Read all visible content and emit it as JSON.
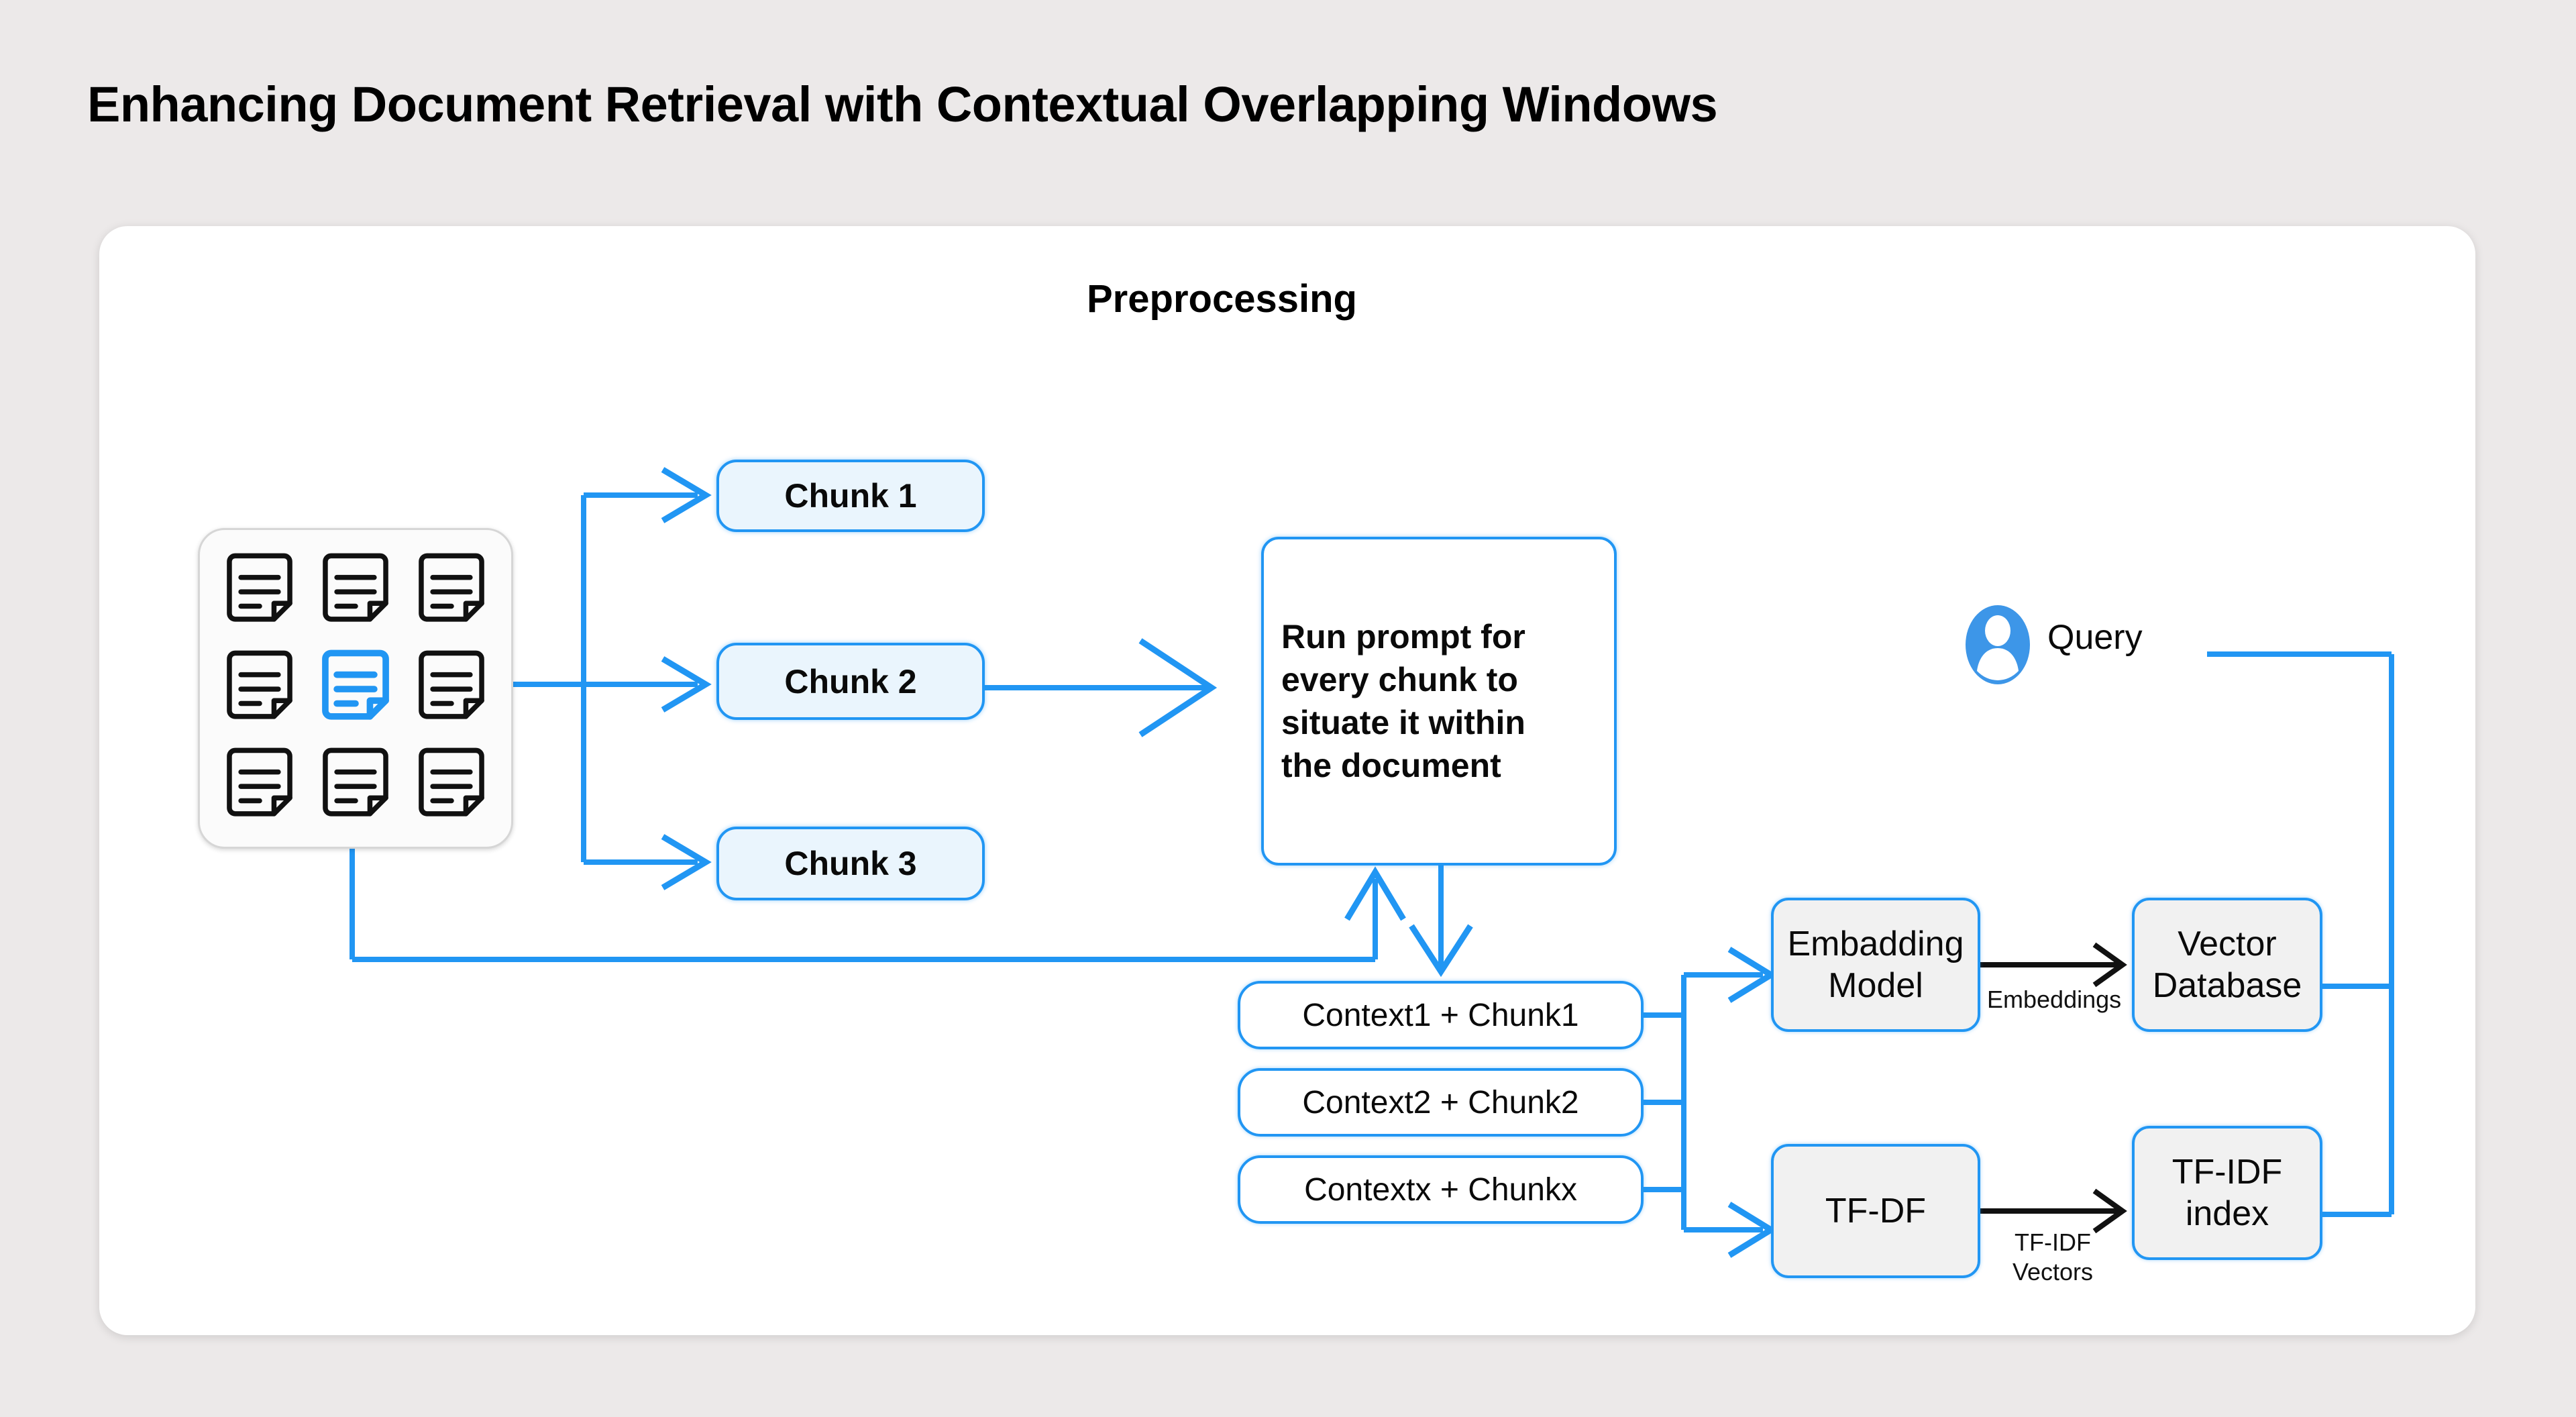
{
  "page": {
    "title": "Enhancing Document Retrieval with Contextual Overlapping Windows",
    "background_color": "#ece9e9",
    "card_color": "#ffffff"
  },
  "diagram": {
    "type": "flowchart",
    "section_heading": "Preprocessing",
    "accent_color": "#2196f3",
    "source": {
      "name": "document-grid",
      "icon": "documents-grid-icon",
      "rows": 3,
      "columns": 3,
      "total_documents": 9,
      "highlighted_document_index": 4,
      "highlight_color": "#2196f3"
    },
    "chunks": [
      {
        "label": "Chunk 1"
      },
      {
        "label": "Chunk 2"
      },
      {
        "label": "Chunk 3"
      }
    ],
    "prompt_box": {
      "label": "Run prompt for every chunk to situate it within the document",
      "lines": [
        "Run prompt for",
        "every chunk to",
        "situate it within",
        "the document"
      ]
    },
    "contexts": [
      {
        "label": "Context1 + Chunk1"
      },
      {
        "label": "Context2 + Chunk2"
      },
      {
        "label": "Contextx + Chunkx"
      }
    ],
    "stores": [
      {
        "label": "Embadding Model",
        "lines": [
          "Embadding",
          "Model"
        ]
      },
      {
        "label": "Vector Database",
        "lines": [
          "Vector",
          "Database"
        ]
      },
      {
        "label": "TF-DF",
        "lines": [
          "TF-DF"
        ]
      },
      {
        "label": "TF-IDF index",
        "lines": [
          "TF-IDF",
          "index"
        ]
      }
    ],
    "edge_labels": [
      {
        "label": "Embeddings",
        "lines": [
          "Embeddings"
        ]
      },
      {
        "label": "TF-IDF Vectors",
        "lines": [
          "TF-IDF",
          "Vectors"
        ]
      }
    ],
    "query": {
      "label": "Query",
      "icon": "user-avatar-icon",
      "icon_color": "#2196f3"
    }
  }
}
